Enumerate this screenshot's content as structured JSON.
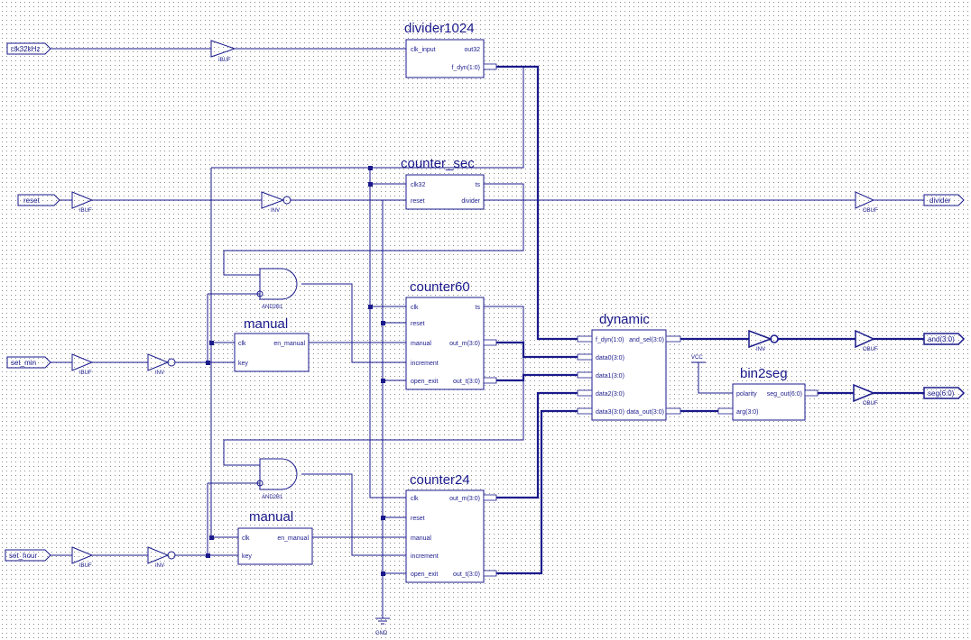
{
  "colors": {
    "wire": "#1a1a8c",
    "grid_dot": "#8a8a8a",
    "background": "#ffffff"
  },
  "ports": {
    "clk32khz": "clk32kHz",
    "reset": "reset",
    "set_min": "set_min",
    "set_hour": "set_hour",
    "divider": "divider",
    "and": "and(3:0)",
    "seg": "seg(6:0)"
  },
  "gates": {
    "ibuf": "IBUF",
    "obuf": "OBUF",
    "inv": "INV",
    "and2b1": "AND2B1",
    "gnd": "GND",
    "vcc": "VCC"
  },
  "blocks": {
    "divider1024": {
      "title": "divider1024",
      "pins": [
        "clk_input",
        "out32",
        "f_dyn(1:0)"
      ]
    },
    "counter_sec": {
      "title": "counter_sec",
      "pins": [
        "clk32",
        "reset",
        "ts",
        "divider"
      ]
    },
    "counter60": {
      "title": "counter60",
      "pins": [
        "clk",
        "reset",
        "manual",
        "increment",
        "open_exit",
        "ts",
        "out_m(3:0)",
        "out_t(3:0)"
      ]
    },
    "manual1": {
      "title": "manual",
      "pins": [
        "clk",
        "key",
        "en_manual"
      ]
    },
    "manual2": {
      "title": "manual",
      "pins": [
        "clk",
        "key",
        "en_manual"
      ]
    },
    "counter24": {
      "title": "counter24",
      "pins": [
        "clk",
        "reset",
        "manual",
        "increment",
        "open_exit",
        "out_m(3:0)",
        "out_t(3:0)"
      ]
    },
    "dynamic": {
      "title": "dynamic",
      "pins": [
        "f_dyn(1:0)",
        "data0(3:0)",
        "data1(3:0)",
        "data2(3:0)",
        "data3(3:0)",
        "and_sel(3:0)",
        "data_out(3:0)"
      ]
    },
    "bin2seg": {
      "title": "bin2seg",
      "pins": [
        "polarity",
        "arg(3:0)",
        "seg_out(6:0)"
      ]
    }
  }
}
